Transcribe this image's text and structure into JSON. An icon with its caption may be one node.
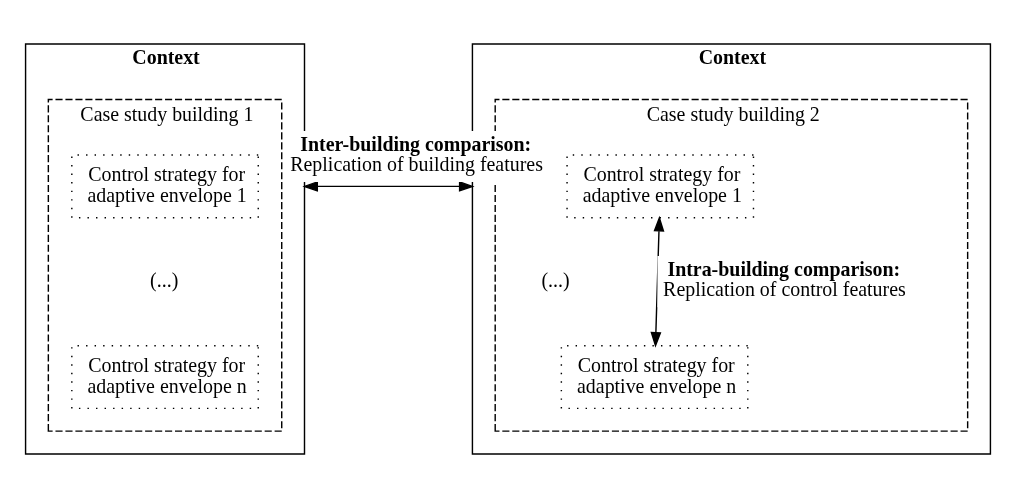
{
  "diagram": {
    "nodes": [
      {
        "text": [
          "Context"
        ]
      },
      {
        "text": [
          "Case study building 1"
        ],
        "in": 0
      },
      {
        "text": [
          "Control strategy for adaptive envelope 1"
        ],
        "in": 1
      },
      {
        "text": [
          "(...)"
        ],
        "in": 1
      },
      {
        "text": [
          "Control strategy for adaptive envelope n"
        ],
        "in": 1
      },
      {
        "text": [
          "Context"
        ]
      },
      {
        "text": [
          "Case study building 2"
        ],
        "in": 5
      },
      {
        "text": [
          "Control strategy for adaptive envelope 1"
        ],
        "in": 6
      },
      {
        "text": [
          "(...)"
        ],
        "in": 6
      },
      {
        "text": [
          "Control strategy for adaptive envelope n"
        ],
        "in": 6
      }
    ],
    "edges": [
      {
        "from": 7,
        "to": 9,
        "arrow": "both",
        "label": "**Intra-building comparison:** Replication of control features"
      },
      {
        "from": 0,
        "to": 5,
        "arrow": "both",
        "label": "**Inter-building comparison:** Replication of building features"
      }
    ]
  }
}
